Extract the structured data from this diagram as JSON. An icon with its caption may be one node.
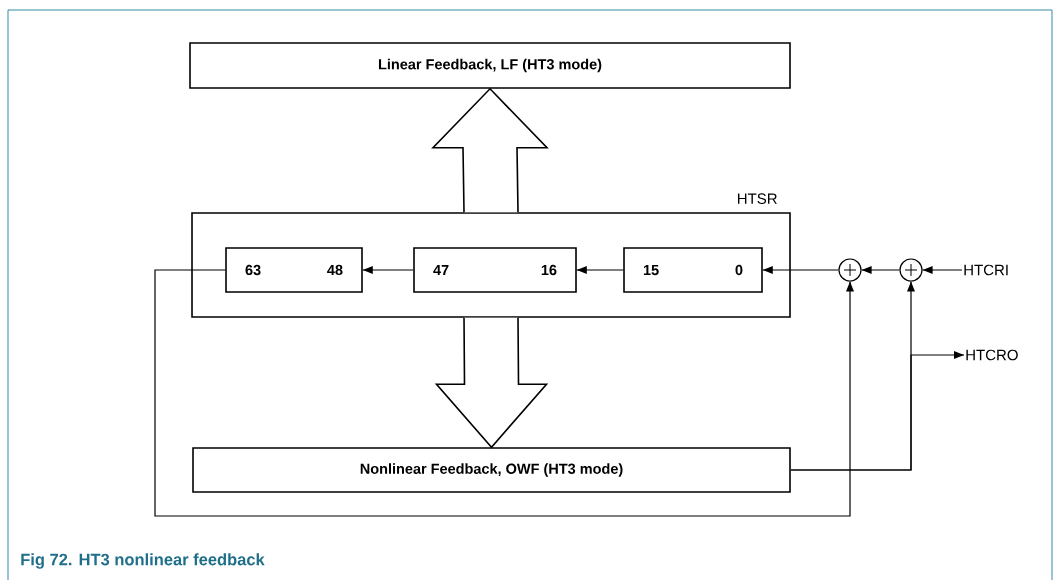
{
  "diagram": {
    "caption": "Fig 72. HT3 nonlinear feedback",
    "nodes": [
      {
        "text": [
          "Linear Feedback, LF (HT3 mode)"
        ]
      },
      {
        "text": [
          "HTSR"
        ]
      },
      {
        "text": [
          "63",
          "48"
        ],
        "in": 1
      },
      {
        "text": [
          "47",
          "16"
        ],
        "in": 1
      },
      {
        "text": [
          "15",
          "0"
        ],
        "in": 1
      },
      {
        "text": [],
        "shape": "circle"
      },
      {
        "text": [],
        "shape": "circle"
      },
      {
        "text": [
          "HTCRI"
        ]
      },
      {
        "text": [
          "HTCRO"
        ]
      },
      {
        "text": [
          "Nonlinear Feedback, OWF (HT3 mode)"
        ]
      }
    ],
    "edges": [
      {
        "from": 1,
        "to": 0,
        "arrow": "to"
      },
      {
        "from": 1,
        "to": 9,
        "arrow": "to"
      },
      {
        "from": 4,
        "to": 3,
        "arrow": "to"
      },
      {
        "from": 3,
        "to": 2,
        "arrow": "to"
      },
      {
        "from": 7,
        "to": 6,
        "arrow": "to"
      },
      {
        "from": 6,
        "to": 5,
        "arrow": "to"
      },
      {
        "from": 5,
        "to": 4,
        "arrow": "to"
      },
      {
        "from": 2,
        "to": 5,
        "arrow": "to"
      },
      {
        "from": 9,
        "to": 6,
        "arrow": "to"
      },
      {
        "from": 9,
        "to": 8,
        "arrow": "to"
      }
    ]
  }
}
